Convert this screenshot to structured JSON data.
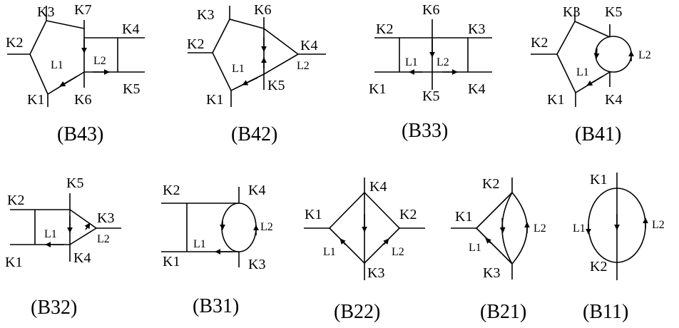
{
  "diagrams": {
    "B43": {
      "caption": "(B43)",
      "K1": "K1",
      "K2": "K2",
      "K3": "K3",
      "K4": "K4",
      "K5": "K5",
      "K6": "K6",
      "K7": "K7",
      "L1": "L1",
      "L2": "L2"
    },
    "B42": {
      "caption": "(B42)",
      "K1": "K1",
      "K2": "K2",
      "K3": "K3",
      "K4": "K4",
      "K5": "K5",
      "K6": "K6",
      "L1": "L1",
      "L2": "L2"
    },
    "B33": {
      "caption": "(B33)",
      "K1": "K1",
      "K2": "K2",
      "K3": "K3",
      "K4": "K4",
      "K5": "K5",
      "K6": "K6",
      "L1": "L1",
      "L2": "L2"
    },
    "B41": {
      "caption": "(B41)",
      "K1": "K1",
      "K2": "K2",
      "K3": "K3",
      "K4": "K4",
      "K5": "K5",
      "L1": "L1",
      "L2": "L2"
    },
    "B32": {
      "caption": "(B32)",
      "K1": "K1",
      "K2": "K2",
      "K3": "K3",
      "K4": "K4",
      "K5": "K5",
      "L1": "L1",
      "L2": "L2"
    },
    "B31": {
      "caption": "(B31)",
      "K1": "K1",
      "K2": "K2",
      "K3": "K3",
      "K4": "K4",
      "L1": "L1",
      "L2": "L2"
    },
    "B22": {
      "caption": "(B22)",
      "K1": "K1",
      "K2": "K2",
      "K3": "K3",
      "K4": "K4",
      "L1": "L1",
      "L2": "L2"
    },
    "B21": {
      "caption": "(B21)",
      "K1": "K1",
      "K2": "K2",
      "K3": "K3",
      "L1": "L1",
      "L2": "L2"
    },
    "B11": {
      "caption": "(B11)",
      "K1": "K1",
      "K2": "K2",
      "L1": "L1",
      "L2": "L2"
    }
  }
}
